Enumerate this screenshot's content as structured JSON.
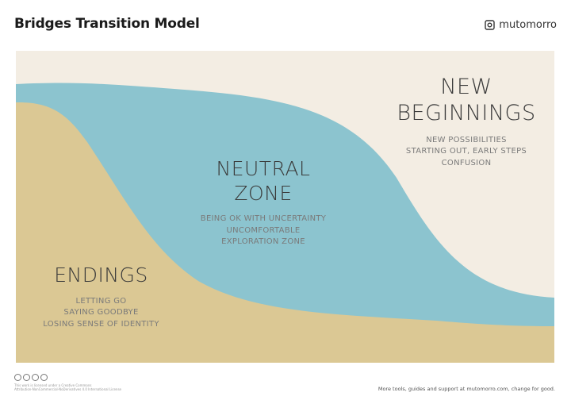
{
  "header": {
    "title": "Bridges Transition Model",
    "brand": "mutomorro"
  },
  "colors": {
    "background": "#f3ede3",
    "endings": "#dbc894",
    "neutral": "#8cc4cf",
    "text": "#3a3a3a",
    "items": "#7a7a7a"
  },
  "stages": [
    {
      "title_lines": [
        "ENDINGS"
      ],
      "items": [
        "LETTING GO",
        "SAYING GOODBYE",
        "LOSING SENSE OF IDENTITY"
      ]
    },
    {
      "title_lines": [
        "NEUTRAL",
        "ZONE"
      ],
      "items": [
        "BEING OK WITH UNCERTAINTY",
        "UNCOMFORTABLE",
        "EXPLORATION ZONE"
      ]
    },
    {
      "title_lines": [
        "NEW",
        "BEGINNINGS"
      ],
      "items": [
        "NEW POSSIBILITIES",
        "STARTING OUT, EARLY STEPS",
        "CONFUSION"
      ]
    }
  ],
  "footer": {
    "license_lines": [
      "This work is licensed under a Creative Commons",
      "Attribution-NonCommercial-NoDerivatives 4.0 International License"
    ],
    "tagline": "More tools, guides and support at mutomorro.com, change for good."
  }
}
